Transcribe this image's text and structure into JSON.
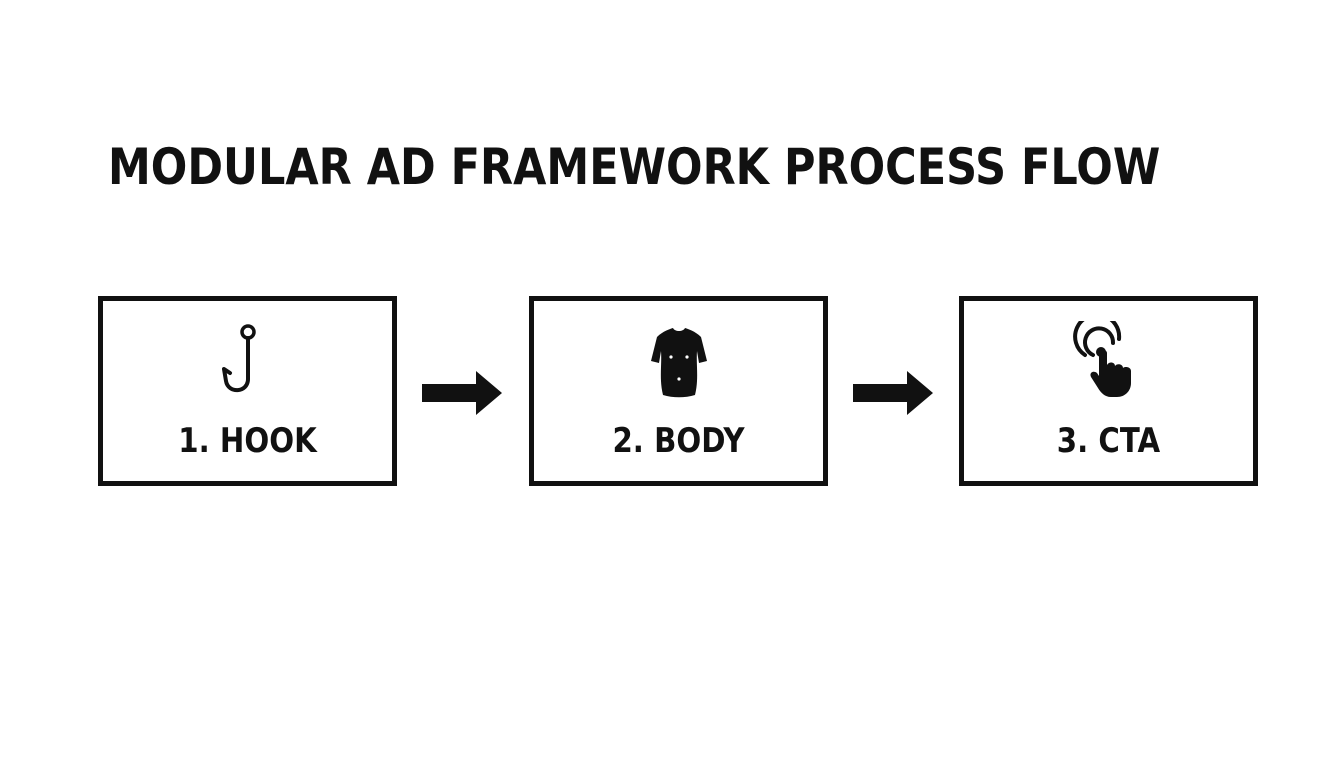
{
  "diagram": {
    "title": "MODULAR AD FRAMEWORK PROCESS FLOW",
    "steps": [
      {
        "label": "1. HOOK",
        "icon": "fishing-hook-icon"
      },
      {
        "label": "2. BODY",
        "icon": "torso-icon"
      },
      {
        "label": "3. CTA",
        "icon": "tap-hand-icon"
      }
    ],
    "colors": {
      "stroke": "#111111",
      "background": "#ffffff"
    }
  }
}
